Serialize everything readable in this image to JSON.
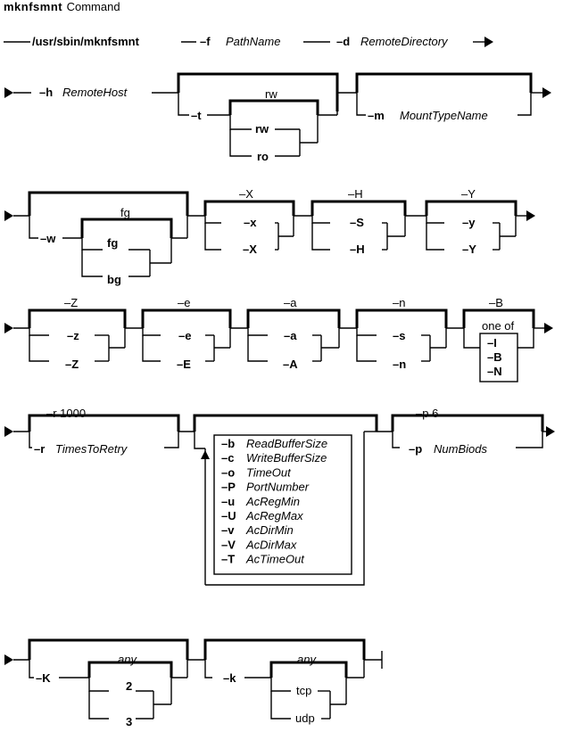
{
  "title": {
    "command": "mknfsmnt",
    "suffix": "Command"
  },
  "line1": {
    "path": "/usr/sbin/mknfsmnt",
    "f_flag": "–f",
    "f_param": "PathName",
    "d_flag": "–d",
    "d_param": "RemoteDirectory"
  },
  "line2": {
    "h_flag": "–h",
    "h_param": "RemoteHost",
    "t_default": "rw",
    "t_flag": "–t",
    "t_rw": "rw",
    "t_ro": "ro",
    "m_flag": "–m",
    "m_param": "MountTypeName"
  },
  "line3": {
    "w_default": "fg",
    "w_flag": "–w",
    "w_fg": "fg",
    "w_bg": "bg",
    "x_default": "–X",
    "x_lower": "–x",
    "x_upper": "–X",
    "h_default": "–H",
    "h_s": "–S",
    "h_h": "–H",
    "y_default": "–Y",
    "y_lower": "–y",
    "y_upper": "–Y"
  },
  "line4": {
    "z_default": "–Z",
    "z_lower": "–z",
    "z_upper": "–Z",
    "e_default": "–e",
    "e_lower": "–e",
    "e_upper": "–E",
    "a_default": "–a",
    "a_lower": "–a",
    "a_upper": "–A",
    "n_default": "–n",
    "n_s": "–s",
    "n_n": "–n",
    "b_default": "–B",
    "one_of": "one of",
    "b_options": [
      "–I",
      "–B",
      "–N"
    ]
  },
  "line5": {
    "r_default": "–r 1000",
    "r_flag": "–r",
    "r_param": "TimesToRetry",
    "options": [
      {
        "flag": "–b",
        "param": "ReadBufferSize"
      },
      {
        "flag": "–c",
        "param": "WriteBufferSize"
      },
      {
        "flag": "–o",
        "param": "TimeOut"
      },
      {
        "flag": "–P",
        "param": "PortNumber"
      },
      {
        "flag": "–u",
        "param": "AcRegMin"
      },
      {
        "flag": "–U",
        "param": "AcRegMax"
      },
      {
        "flag": "–v",
        "param": "AcDirMin"
      },
      {
        "flag": "–V",
        "param": "AcDirMax"
      },
      {
        "flag": "–T",
        "param": "AcTimeOut"
      }
    ],
    "p_default": "–p 6",
    "p_flag": "–p",
    "p_param": "NumBiods"
  },
  "line6": {
    "K_default": "any",
    "K_flag": "–K",
    "K_2": "2",
    "K_3": "3",
    "k_default": "any",
    "k_flag": "–k",
    "k_tcp": "tcp",
    "k_udp": "udp"
  }
}
